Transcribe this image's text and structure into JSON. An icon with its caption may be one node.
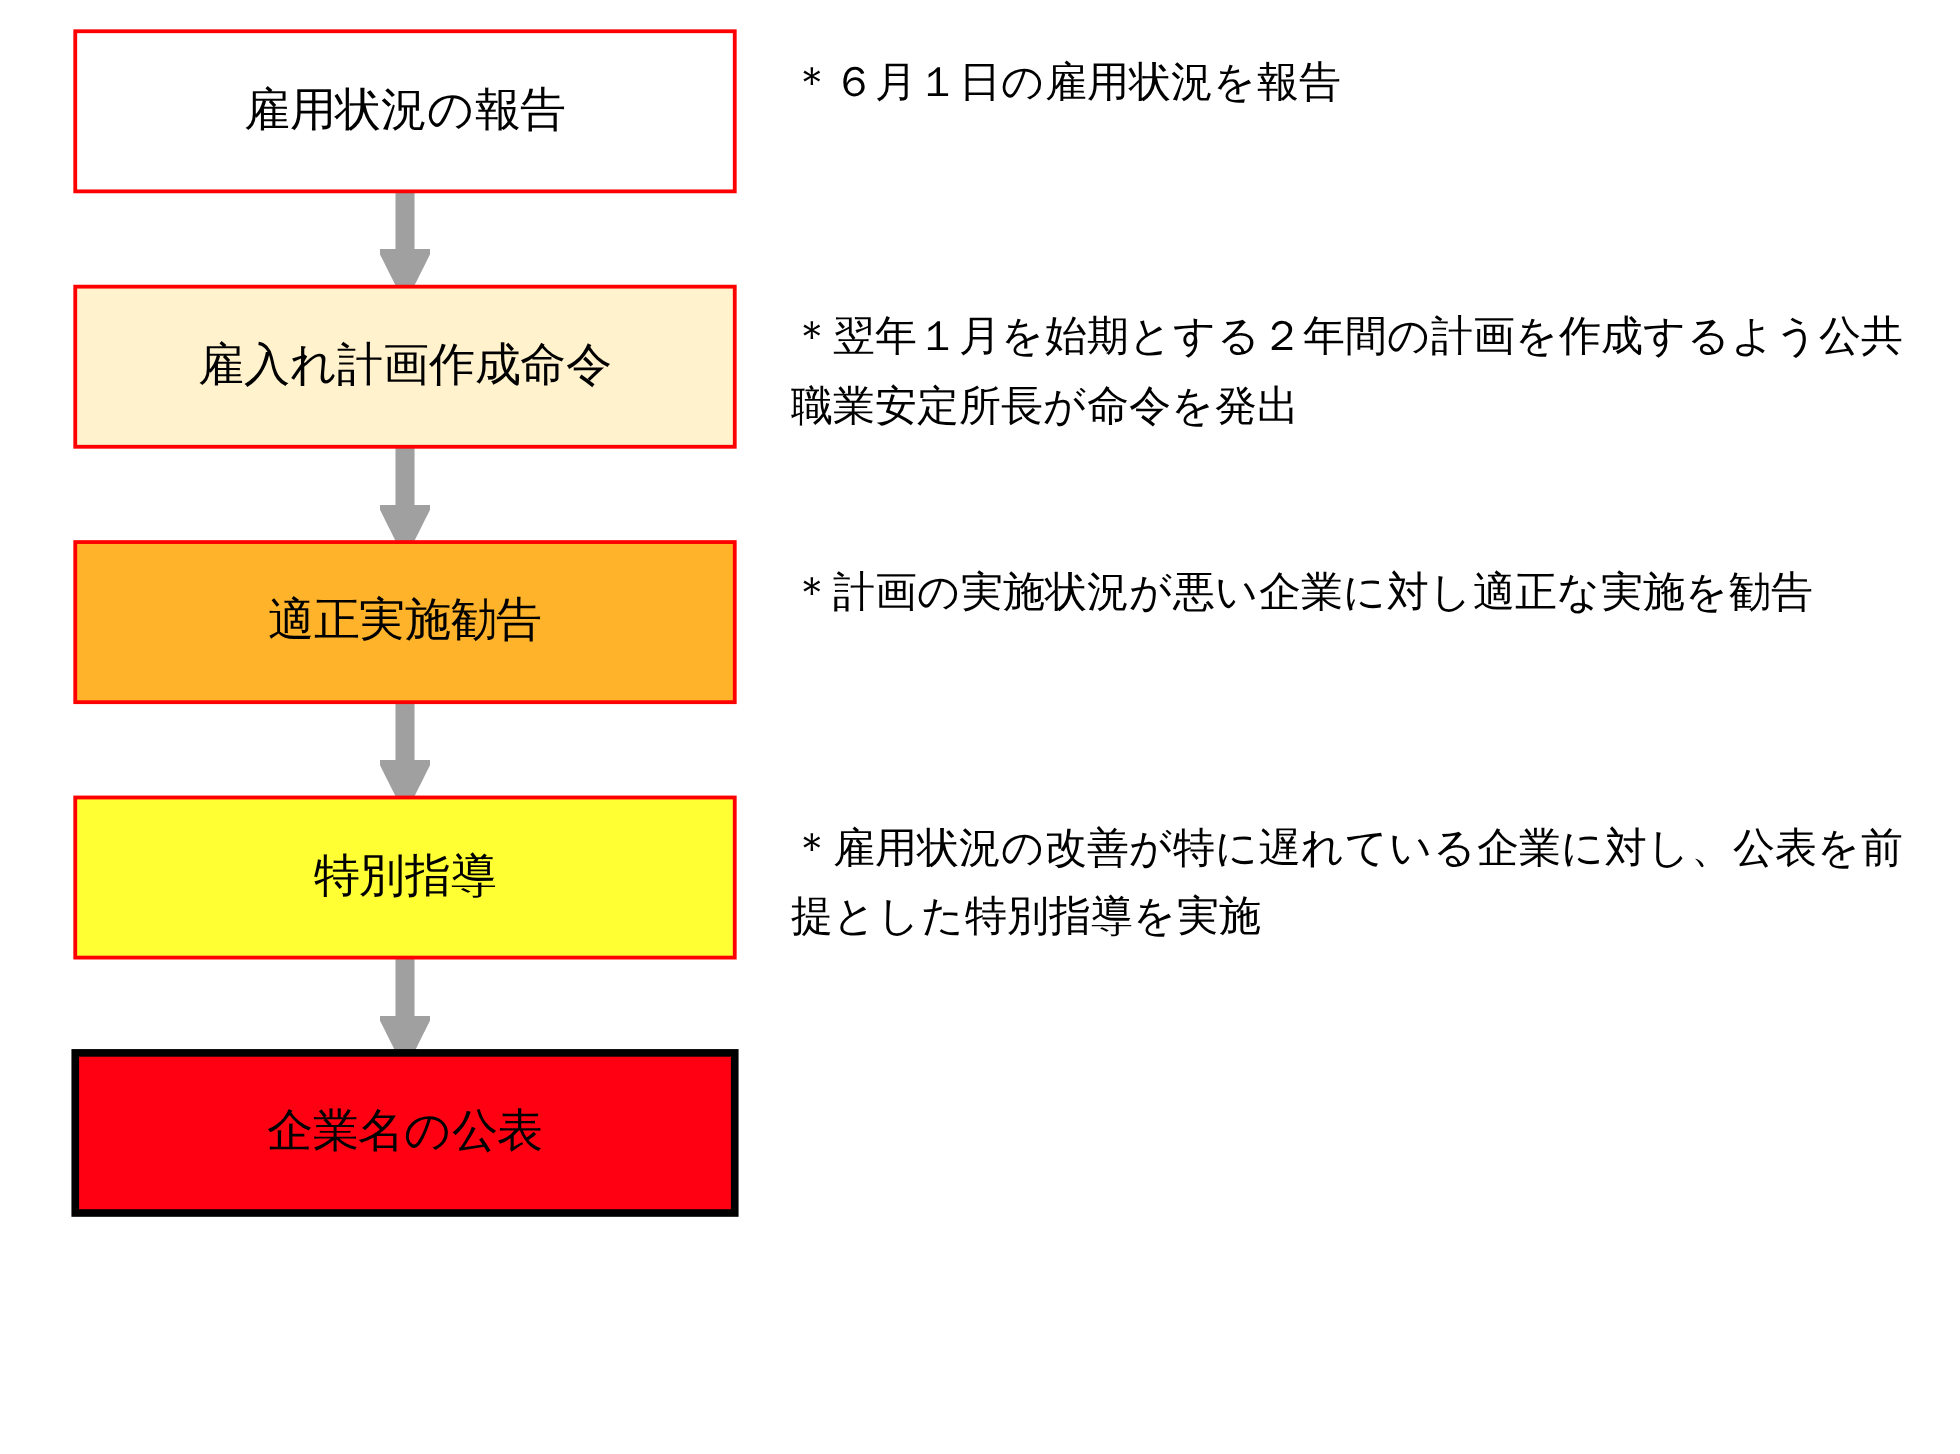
{
  "diagram": {
    "nodes": [
      {
        "text": [
          "雇用状況の報告"
        ],
        "beside": [
          "＊６月１日の雇用状況を報告"
        ]
      },
      {
        "text": [
          "雇入れ計画作成命令"
        ],
        "beside": [
          "＊翌年１月を始期とする２年間の計画を作成するよう公共職業安定所長が命令を発出"
        ]
      },
      {
        "text": [
          "適正実施勧告"
        ],
        "beside": [
          "＊計画の実施状況が悪い企業に対し適正な実施を勧告"
        ]
      },
      {
        "text": [
          "特別指導"
        ],
        "beside": [
          "＊雇用状況の改善が特に遅れている企業に対し、公表を前提とした特別指導を実施"
        ]
      },
      {
        "text": [
          "企業名の公表"
        ]
      }
    ],
    "edges": [
      {
        "from": 0,
        "to": 1,
        "arrow": "to"
      },
      {
        "from": 1,
        "to": 2,
        "arrow": "to"
      },
      {
        "from": 2,
        "to": 3,
        "arrow": "to"
      },
      {
        "from": 3,
        "to": 4,
        "arrow": "to"
      }
    ]
  }
}
